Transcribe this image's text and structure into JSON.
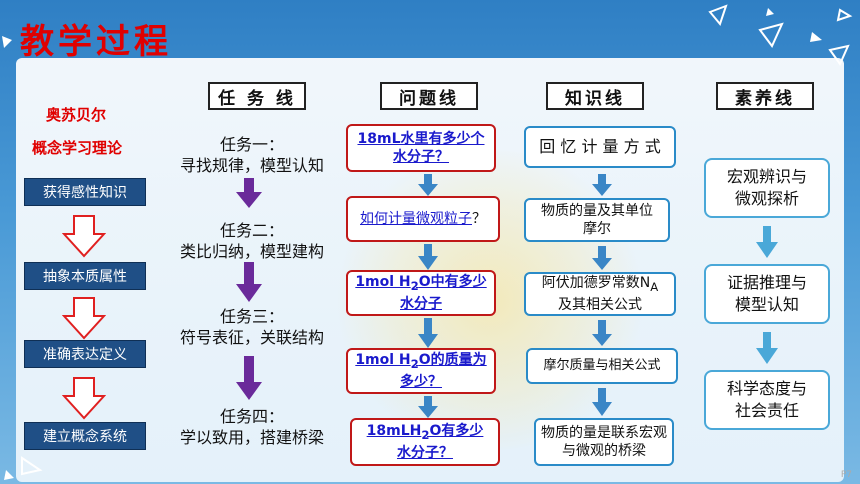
{
  "title": "教学过程",
  "headers": {
    "task": "任 务 线",
    "question": "问题线",
    "knowledge": "知识线",
    "literacy": "素养线"
  },
  "left": {
    "theory_line1": "奥苏贝尔",
    "theory_line2": "概念学习理论",
    "stages": [
      "获得感性知识",
      "抽象本质属性",
      "准确表达定义",
      "建立概念系统"
    ]
  },
  "tasks": [
    {
      "name": "任务一：",
      "desc": "寻找规律，模型认知"
    },
    {
      "name": "任务二：",
      "desc": "类比归纳，模型建构"
    },
    {
      "name": "任务三：",
      "desc": "符号表征，关联结构"
    },
    {
      "name": "任务四：",
      "desc": "学以致用，搭建桥梁"
    }
  ],
  "questions": {
    "q1_l1": "18mL水里有多少个",
    "q1_l2": "水分子？",
    "q2_link": "如何计量微观粒子",
    "q2_tail": "？",
    "q3_a": "1mol H",
    "q3_sub": "2",
    "q3_b": "O中有多少",
    "q3_l2": "水分子",
    "q4_a": "1mol H",
    "q4_sub": "2",
    "q4_b": "O的质量为",
    "q4_l2": "多少？",
    "q5_a": "18mLH",
    "q5_sub": "2",
    "q5_b": "O有多少",
    "q5_l2": "水分子？"
  },
  "knowledge": {
    "k1": "回 忆 计 量 方 式",
    "k2_l1": "物质的量及其单位",
    "k2_l2": "摩尔",
    "k3_a": "阿伏加德罗常数N",
    "k3_sub": "A",
    "k3_l2": "及其相关公式",
    "k4": "摩尔质量与相关公式",
    "k5_l1": "物质的量是联系宏观",
    "k5_l2": "与微观的桥梁"
  },
  "literacy": {
    "s1_l1": "宏观辨识与",
    "s1_l2": "微观探析",
    "s2_l1": "证据推理与",
    "s2_l2": "模型认知",
    "s3_l1": "科学态度与",
    "s3_l2": "社会责任"
  },
  "page_number": "P7",
  "colors": {
    "title": "#e00000",
    "stage_bg": "#1f4f86",
    "task_arrow": "#6a2a9a",
    "flow_arrow": "#3a86c6",
    "stage_arrow": "#e02020"
  }
}
